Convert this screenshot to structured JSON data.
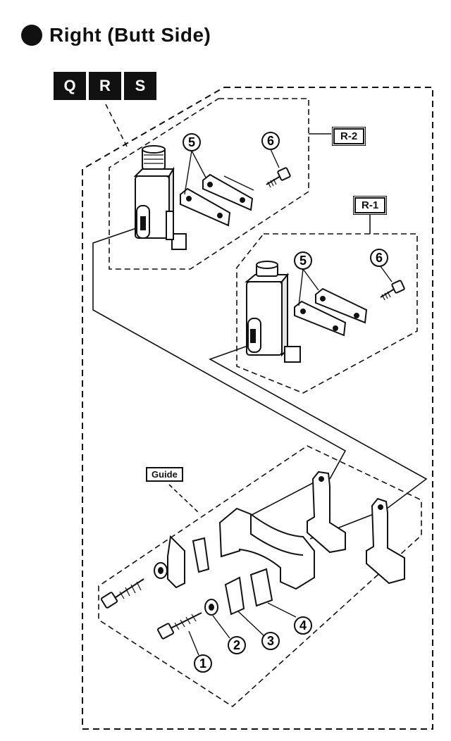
{
  "header": {
    "title": "Right (Butt Side)"
  },
  "badges": [
    "Q",
    "R",
    "S"
  ],
  "tags": {
    "r2": "R-2",
    "r1": "R-1",
    "guide": "Guide"
  },
  "callouts": {
    "c1": "1",
    "c2": "2",
    "c3": "3",
    "c4": "4",
    "c5_top": "5",
    "c6_top": "6",
    "c5_mid": "5",
    "c6_mid": "6"
  }
}
